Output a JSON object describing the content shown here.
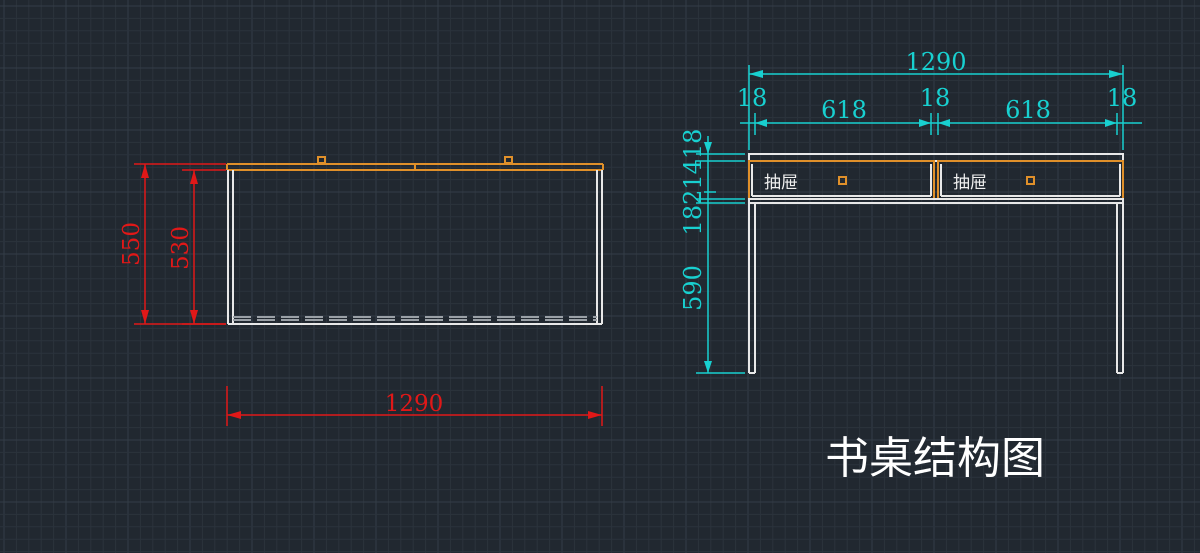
{
  "front_view": {
    "dim_550": "550",
    "dim_530": "530",
    "dim_1290": "1290"
  },
  "side_view": {
    "dim_1290": "1290",
    "dim_18_left": "18",
    "dim_618_left": "618",
    "dim_18_mid": "18",
    "dim_618_right": "618",
    "dim_18_right": "18",
    "dim_stack": "1821418",
    "dim_590": "590",
    "drawer_left_label": "抽屉",
    "drawer_right_label": "抽屉"
  },
  "title": "书桌结构图",
  "colors": {
    "background": "#212830",
    "geometry": "#e8e8e8",
    "drawer": "#e0902a",
    "dim_red": "#e01818",
    "dim_cyan": "#18d0d0"
  }
}
